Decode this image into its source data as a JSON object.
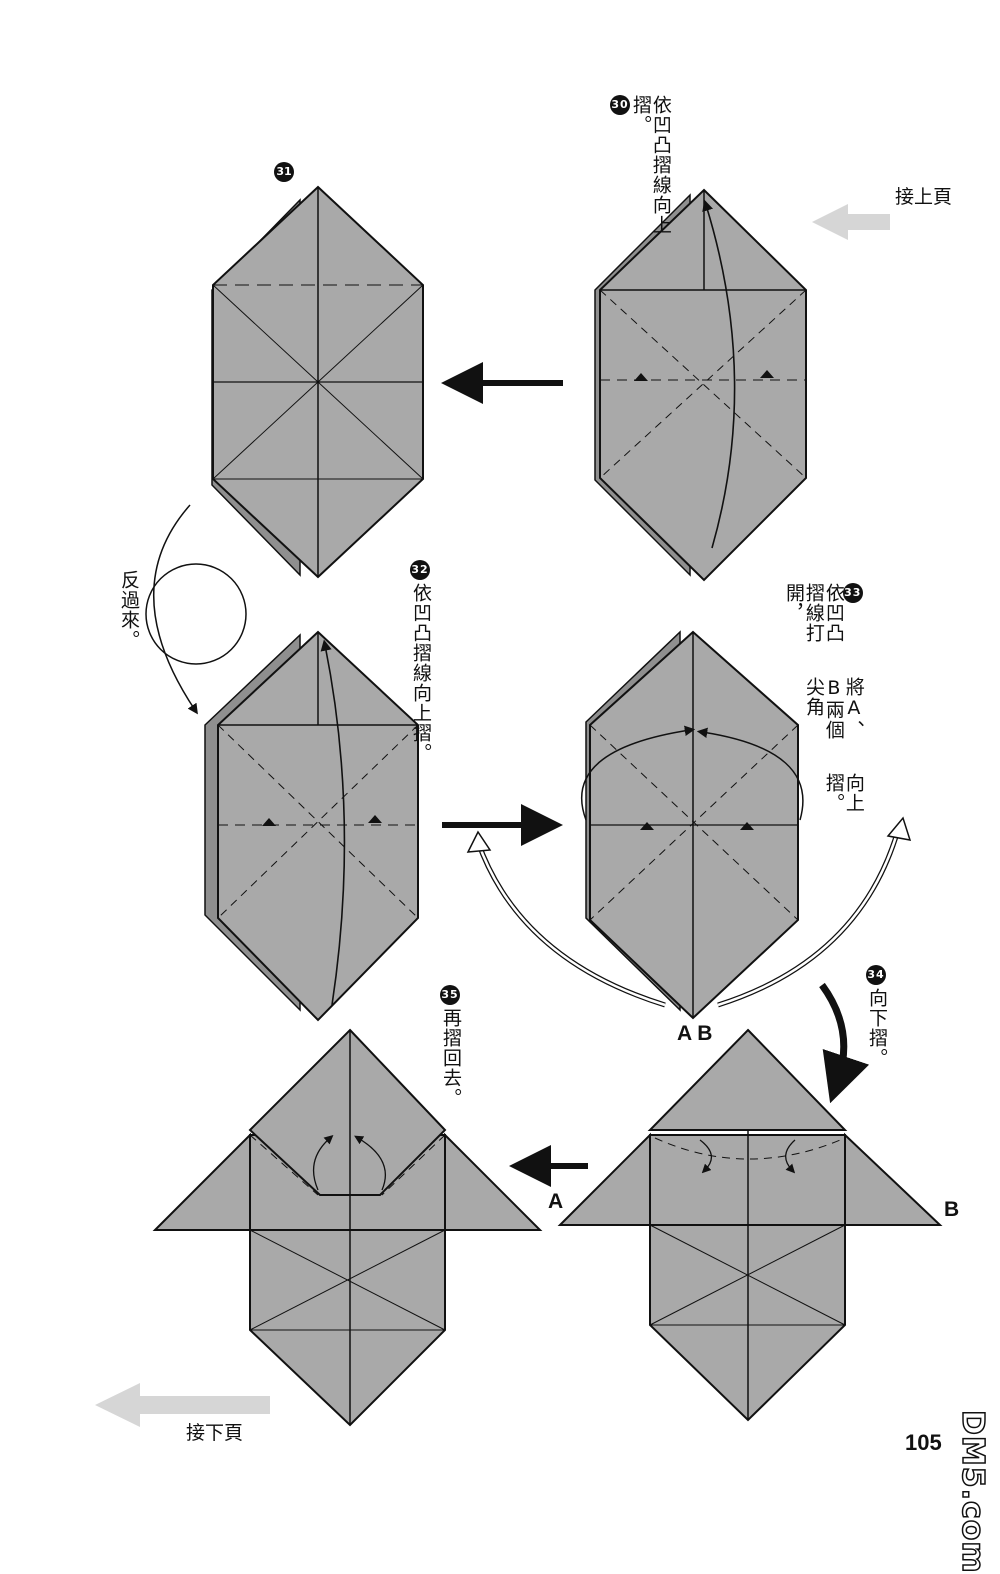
{
  "nav": {
    "prev_label": "接上頁",
    "next_label": "接下頁"
  },
  "steps": {
    "s30": {
      "num": "30",
      "text": "依凹凸摺線向上摺。"
    },
    "s31": {
      "num": "31"
    },
    "s32": {
      "num": "32",
      "text": "依凹凸摺線向上摺。"
    },
    "s33": {
      "num": "33",
      "text_line1": "依凹凸摺線打開，",
      "text_line2": "將A、B兩個尖角",
      "text_line3": "向上摺。"
    },
    "s34": {
      "num": "34",
      "text": "向下摺。"
    },
    "s35": {
      "num": "35",
      "text": "再摺回去。"
    },
    "flip": "反過來。"
  },
  "labels": {
    "a_b": "A B",
    "a": "A",
    "b": "B"
  },
  "page_number": "105",
  "watermark": "DM5.com",
  "colors": {
    "paper": "#a9a9a9",
    "line": "#111111",
    "nav_arrow": "#d4d4d4"
  }
}
